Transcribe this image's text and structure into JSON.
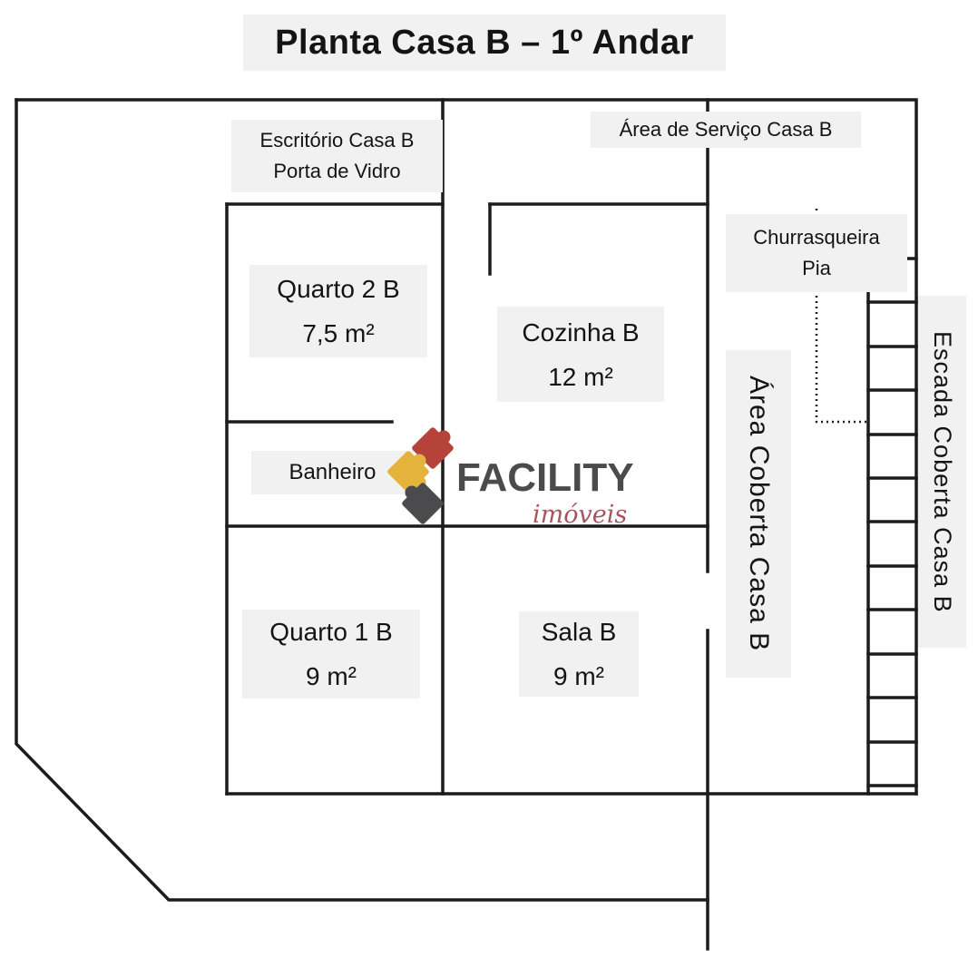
{
  "title": "Planta Casa B – 1º Andar",
  "logo": {
    "brand": "FACILITY",
    "tagline": "imóveis"
  },
  "colors": {
    "wall": "#1c1c1c",
    "label_bg": "#f1f1f1",
    "logo_text": "#4b4b4d",
    "logo_tagline": "#a8545e",
    "puzzle_yellow": "#e4b33c",
    "puzzle_red": "#b6433a",
    "puzzle_gray": "#4b4b4d"
  },
  "labels": {
    "escritorio_line1": "Escritório Casa B",
    "escritorio_line2": "Porta de Vidro",
    "area_servico": "Área de Serviço Casa B",
    "churrasqueira_line1": "Churrasqueira",
    "churrasqueira_line2": "Pia",
    "banheiro": "Banheiro",
    "area_coberta": "Área Coberta Casa B",
    "escada_coberta": "Escada Coberta Casa B"
  },
  "rooms": {
    "quarto2": {
      "name": "Quarto 2 B",
      "area": "7,5 m²"
    },
    "cozinha": {
      "name": "Cozinha B",
      "area": "12 m²"
    },
    "quarto1": {
      "name": "Quarto 1 B",
      "area": "9 m²"
    },
    "sala": {
      "name": "Sala B",
      "area": "9 m²"
    }
  }
}
